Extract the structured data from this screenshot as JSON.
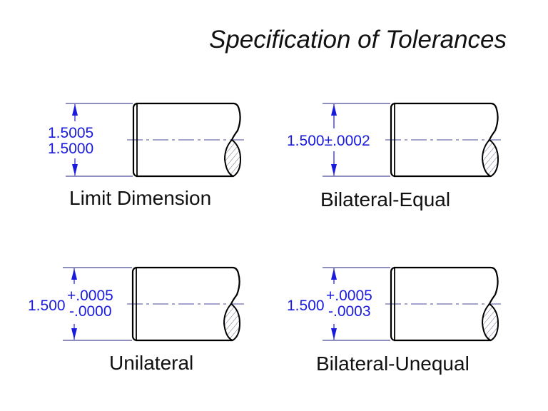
{
  "title": "Specification of Tolerances",
  "colors": {
    "dimension": "#1a1adf",
    "extension_line": "#4a4a9a",
    "outline": "#000000",
    "hatch": "#6a6a8a",
    "text": "#111111"
  },
  "panels": [
    {
      "id": "limit-dimension",
      "caption": "Limit Dimension",
      "dimension_upper": "1.5005",
      "dimension_lower": "1.5000"
    },
    {
      "id": "bilateral-equal",
      "caption": "Bilateral-Equal",
      "dimension_text": "1.500±.0002"
    },
    {
      "id": "unilateral",
      "caption": "Unilateral",
      "basic": "1.500",
      "plus_tol": "+.0005",
      "minus_tol": "-.0000"
    },
    {
      "id": "bilateral-unequal",
      "caption": "Bilateral-Unequal",
      "basic": "1.500",
      "plus_tol": "+.0005",
      "minus_tol": "-.0003"
    }
  ]
}
